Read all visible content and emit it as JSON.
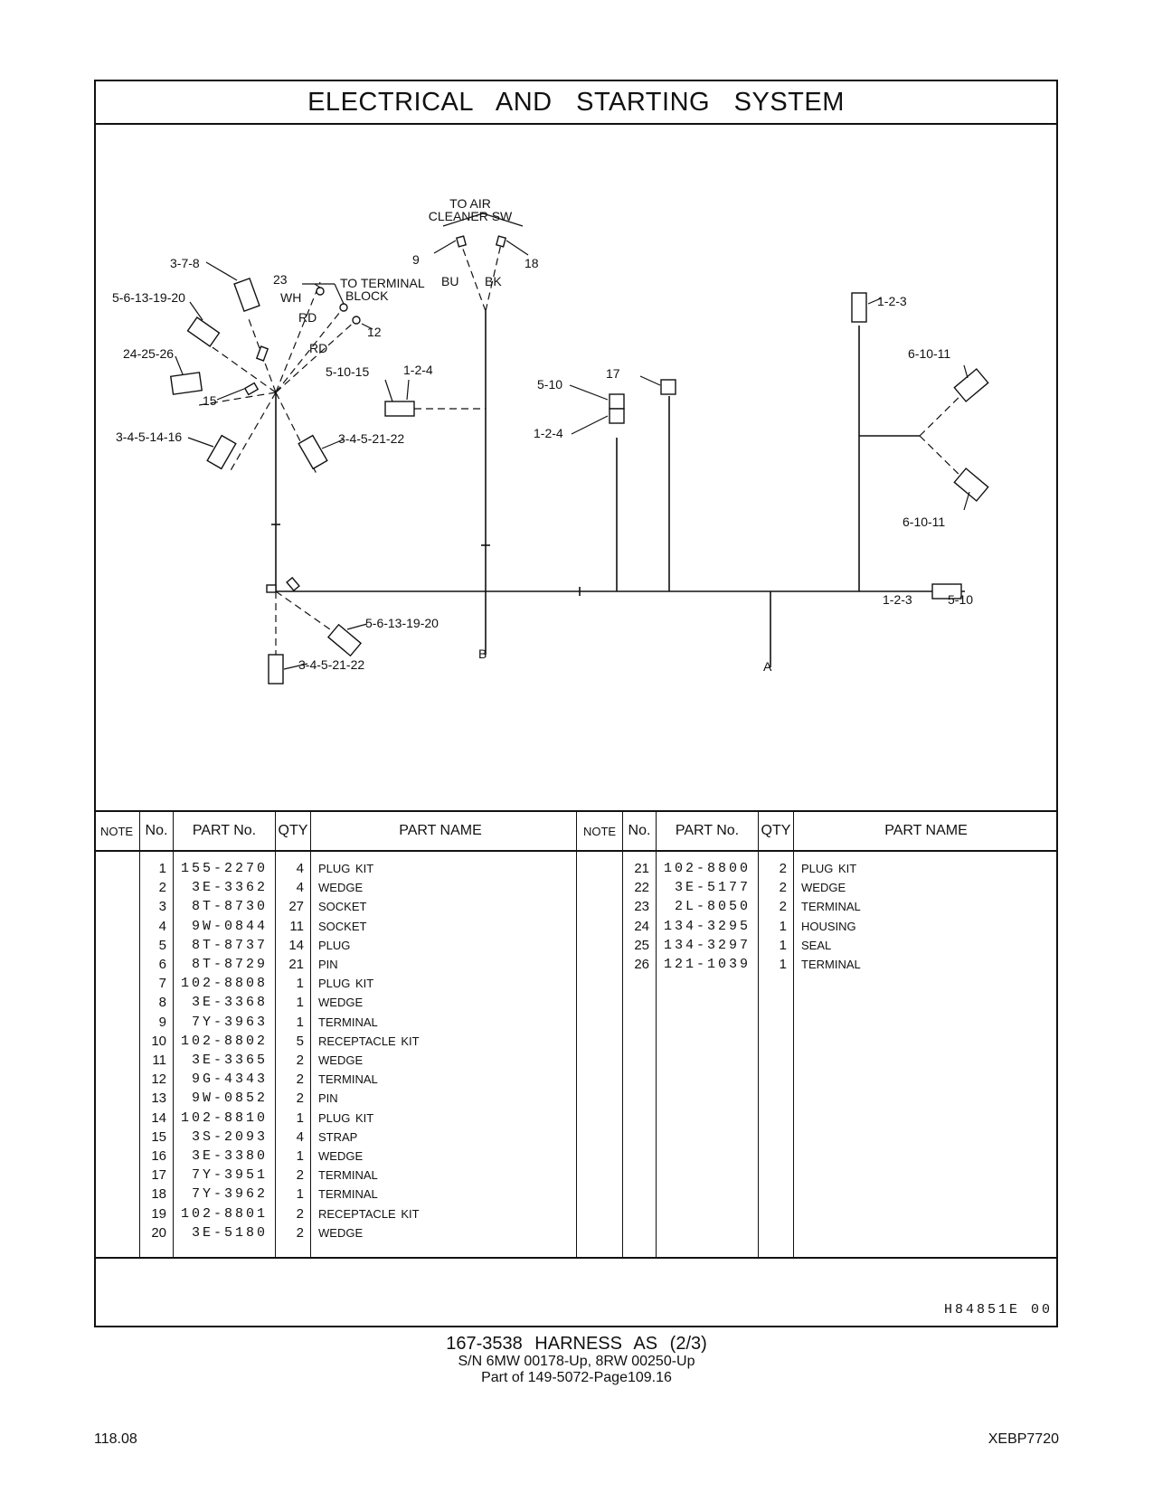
{
  "title": "ELECTRICAL AND STARTING SYSTEM",
  "diagram_labels": {
    "to_air_1": "TO AIR",
    "to_air_2": "CLEANER SW",
    "to_term_1": "TO TERMINAL",
    "to_term_2": "BLOCK",
    "l378": "3-7-8",
    "l5613": "5-6-13-19-20",
    "l242526": "24-25-26",
    "l15": "15",
    "l3451416": "3-4-5-14-16",
    "l23": "23",
    "wh": "WH",
    "rd1": "RD",
    "rd2": "RD",
    "l12": "12",
    "l9": "9",
    "l18": "18",
    "bu": "BU",
    "bk": "BK",
    "l51015": "5-10-15",
    "l124a": "1-2-4",
    "l3452122a": "3-4-5-21-22",
    "l510a": "5-10",
    "l124b": "1-2-4",
    "l17": "17",
    "l123a": "1-2-3",
    "l61011a": "6-10-11",
    "l61011b": "6-10-11",
    "l123b": "1-2-3",
    "l510b": "5-10",
    "l5613b": "5-6-13-19-20",
    "l3452122b": "3-4-5-21-22",
    "lB": "B",
    "lA": "A"
  },
  "table": {
    "headers": {
      "note": "NOTE",
      "no": "No.",
      "part_no": "PART No.",
      "qty": "QTY",
      "part_name": "PART NAME"
    },
    "left": [
      {
        "no": "1",
        "part_no": "155-2270",
        "qty": "4",
        "name": "PLUG KIT"
      },
      {
        "no": "2",
        "part_no": "3E-3362",
        "qty": "4",
        "name": "WEDGE"
      },
      {
        "no": "3",
        "part_no": "8T-8730",
        "qty": "27",
        "name": "SOCKET"
      },
      {
        "no": "4",
        "part_no": "9W-0844",
        "qty": "11",
        "name": "SOCKET"
      },
      {
        "no": "5",
        "part_no": "8T-8737",
        "qty": "14",
        "name": "PLUG"
      },
      {
        "no": "6",
        "part_no": "8T-8729",
        "qty": "21",
        "name": "PIN"
      },
      {
        "no": "7",
        "part_no": "102-8808",
        "qty": "1",
        "name": "PLUG KIT"
      },
      {
        "no": "8",
        "part_no": "3E-3368",
        "qty": "1",
        "name": "WEDGE"
      },
      {
        "no": "9",
        "part_no": "7Y-3963",
        "qty": "1",
        "name": "TERMINAL"
      },
      {
        "no": "10",
        "part_no": "102-8802",
        "qty": "5",
        "name": "RECEPTACLE KIT"
      },
      {
        "no": "11",
        "part_no": "3E-3365",
        "qty": "2",
        "name": "WEDGE"
      },
      {
        "no": "12",
        "part_no": "9G-4343",
        "qty": "2",
        "name": "TERMINAL"
      },
      {
        "no": "13",
        "part_no": "9W-0852",
        "qty": "2",
        "name": "PIN"
      },
      {
        "no": "14",
        "part_no": "102-8810",
        "qty": "1",
        "name": "PLUG KIT"
      },
      {
        "no": "15",
        "part_no": "3S-2093",
        "qty": "4",
        "name": "STRAP"
      },
      {
        "no": "16",
        "part_no": "3E-3380",
        "qty": "1",
        "name": "WEDGE"
      },
      {
        "no": "17",
        "part_no": "7Y-3951",
        "qty": "2",
        "name": "TERMINAL"
      },
      {
        "no": "18",
        "part_no": "7Y-3962",
        "qty": "1",
        "name": "TERMINAL"
      },
      {
        "no": "19",
        "part_no": "102-8801",
        "qty": "2",
        "name": "RECEPTACLE KIT"
      },
      {
        "no": "20",
        "part_no": "3E-5180",
        "qty": "2",
        "name": "WEDGE"
      }
    ],
    "right": [
      {
        "no": "21",
        "part_no": "102-8800",
        "qty": "2",
        "name": "PLUG KIT"
      },
      {
        "no": "22",
        "part_no": "3E-5177",
        "qty": "2",
        "name": "WEDGE"
      },
      {
        "no": "23",
        "part_no": "2L-8050",
        "qty": "2",
        "name": "TERMINAL"
      },
      {
        "no": "24",
        "part_no": "134-3295",
        "qty": "1",
        "name": "HOUSING"
      },
      {
        "no": "25",
        "part_no": "134-3297",
        "qty": "1",
        "name": "SEAL"
      },
      {
        "no": "26",
        "part_no": "121-1039",
        "qty": "1",
        "name": "TERMINAL"
      }
    ]
  },
  "doc_id": "H84851E  00",
  "caption": {
    "line1": "167-3538 HARNESS AS (2/3)",
    "line2": "S/N 6MW 00178-Up, 8RW 00250-Up",
    "line3": "Part of 149-5072-Page109.16"
  },
  "footer": {
    "page": "118.08",
    "code": "XEBP7720"
  }
}
